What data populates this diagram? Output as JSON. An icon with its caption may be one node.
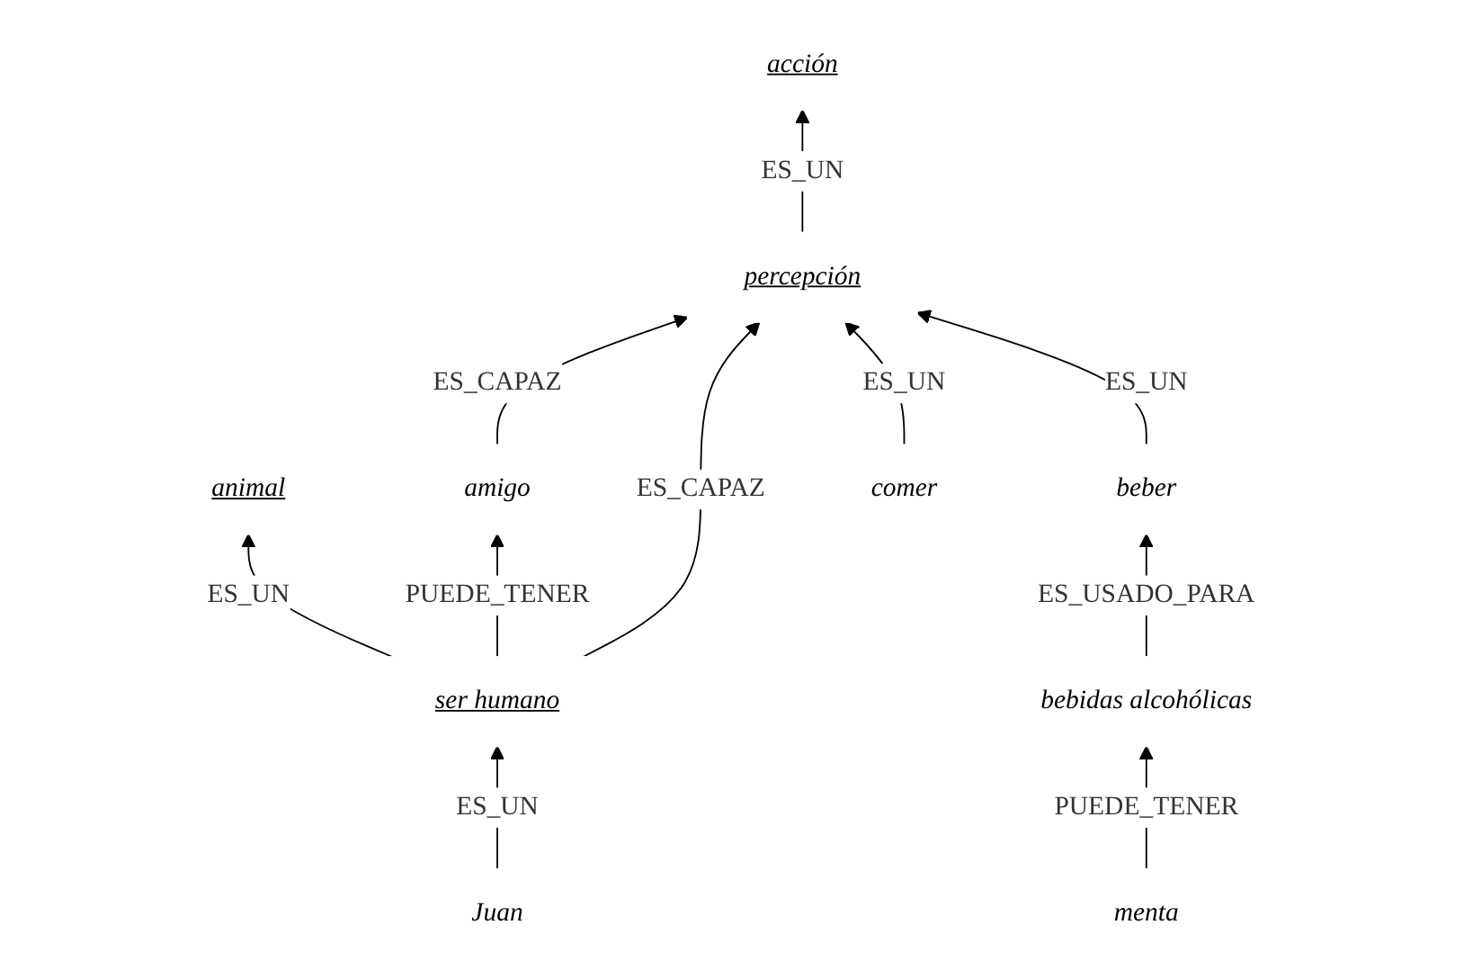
{
  "diagram": {
    "nodes": [
      {
        "text": [
          "acción"
        ]
      },
      {
        "text": [
          "animal"
        ]
      },
      {
        "text": [
          "amigo"
        ]
      },
      {
        "text": [
          "percepción"
        ]
      },
      {
        "text": [
          "ser humano"
        ]
      },
      {
        "text": [
          "comer"
        ]
      },
      {
        "text": [
          "beber"
        ]
      },
      {
        "text": [
          "Juan"
        ]
      },
      {
        "text": [
          "bebidas alcohólicas"
        ]
      },
      {
        "text": [
          "menta"
        ]
      }
    ],
    "edges": [
      {
        "from": 3,
        "to": 0,
        "arrow": "to",
        "label": "ES_UN"
      },
      {
        "from": 4,
        "to": 1,
        "arrow": "to",
        "label": "ES_UN"
      },
      {
        "from": 2,
        "to": 3,
        "arrow": "to",
        "label": "ES_CAPAZ"
      },
      {
        "from": 4,
        "to": 2,
        "arrow": "to",
        "label": "PUEDE_TENER"
      },
      {
        "from": 4,
        "to": 3,
        "arrow": "to",
        "label": "ES_CAPAZ"
      },
      {
        "from": 5,
        "to": 3,
        "arrow": "to",
        "label": "ES_UN"
      },
      {
        "from": 6,
        "to": 3,
        "arrow": "to",
        "label": "ES_UN"
      },
      {
        "from": 7,
        "to": 4,
        "arrow": "to",
        "label": "ES_UN"
      },
      {
        "from": 8,
        "to": 6,
        "arrow": "to",
        "label": "ES_USADO_PARA"
      },
      {
        "from": 9,
        "to": 8,
        "arrow": "to",
        "label": "PUEDE_TENER"
      }
    ]
  }
}
